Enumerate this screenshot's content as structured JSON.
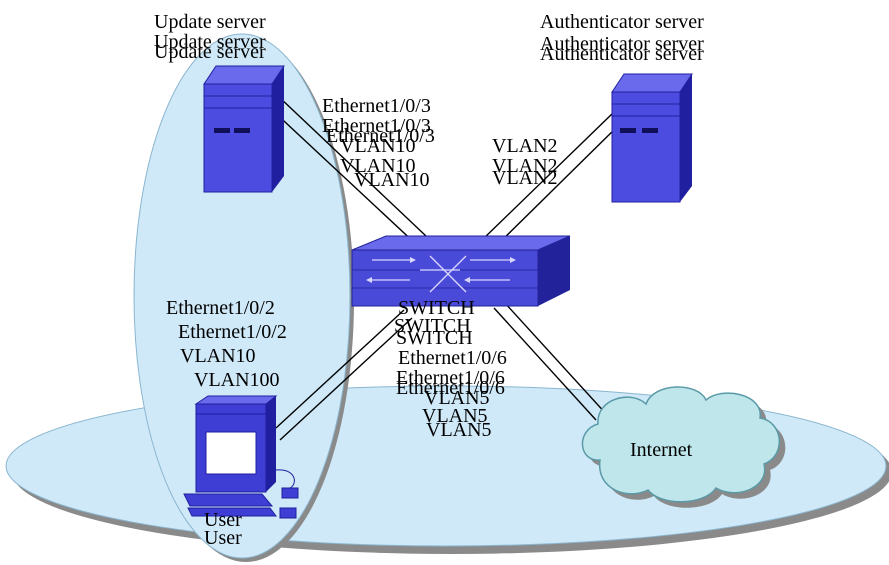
{
  "diagram": {
    "labels": {
      "update_server": "Update server",
      "authenticator_server": "Authenticator server",
      "port_update": "Ethernet1/0/3",
      "vlan_update": "VLAN10",
      "vlan_auth": "VLAN2",
      "switch": "SWITCH",
      "port_user": "Ethernet1/0/2",
      "vlan_user_a": "VLAN10",
      "vlan_user_b": "VLAN100",
      "port_internet": "Ethernet1/0/6",
      "vlan_internet": "VLAN5",
      "internet": "Internet",
      "user": "User"
    },
    "colors": {
      "region_fill": "#cfe9f8",
      "region_shadow": "#8a8a8a",
      "server_face": "#4c4ce0",
      "server_dark": "#1f1fa0",
      "switch_face": "#4a4ad8",
      "switch_dark": "#22229a",
      "cloud_fill": "#bfe6ea",
      "pc_face": "#3e3ed4",
      "link_color": "#000000"
    },
    "icons": [
      "server-icon",
      "switch-icon",
      "cloud-icon",
      "pc-icon"
    ]
  }
}
